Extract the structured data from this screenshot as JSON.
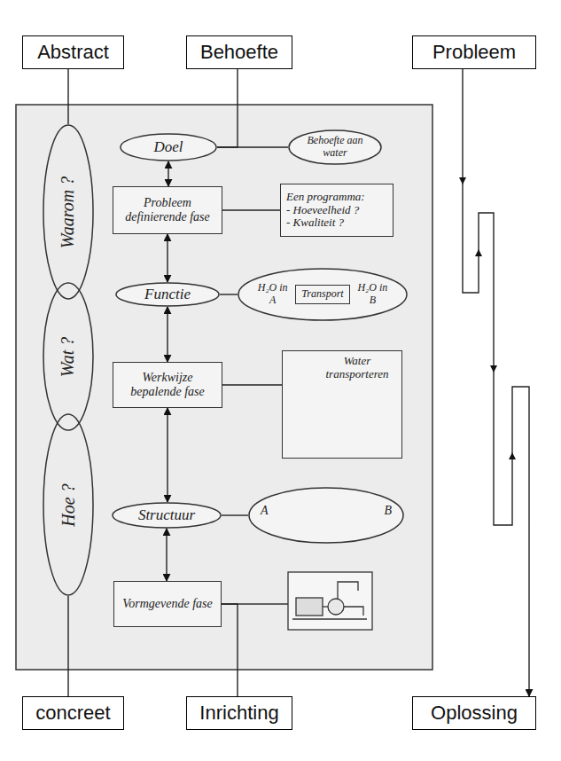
{
  "diagram": {
    "nodes": [
      {
        "text": [
          "Abstract"
        ]
      },
      {
        "text": [
          "Behoefte"
        ]
      },
      {
        "text": [
          "Probleem"
        ]
      },
      {
        "text": [
          "Waarom ?"
        ]
      },
      {
        "text": [
          "Wat ?"
        ]
      },
      {
        "text": [
          "Hoe ?"
        ]
      },
      {
        "text": [
          "Doel"
        ]
      },
      {
        "text": [
          "Behoefte aan water"
        ]
      },
      {
        "text": [
          "Probleem definierende fase"
        ]
      },
      {
        "text": [
          "Een programma:",
          "- Hoeveelheid ?",
          "- Kwaliteit ?"
        ]
      },
      {
        "text": [
          "Functie"
        ]
      },
      {
        "text": [
          "H₂O in A",
          "H₂O in B"
        ]
      },
      {
        "text": [
          "Transport"
        ],
        "in": 11
      },
      {
        "text": [
          "Werkwijze bepalende fase"
        ]
      },
      {
        "text": [
          "Water transporteren"
        ]
      },
      {
        "text": [
          "Structuur"
        ]
      },
      {
        "text": [
          "A",
          "B"
        ]
      },
      {
        "text": [
          "Vormgevende fase"
        ]
      },
      {
        "text": [
          "concreet"
        ]
      },
      {
        "text": [
          "Inrichting"
        ]
      },
      {
        "text": [
          "Oplossing"
        ]
      }
    ],
    "edges": [
      {
        "from": 0,
        "to": 3,
        "arrow": "none"
      },
      {
        "from": 1,
        "to": 6,
        "arrow": "none"
      },
      {
        "from": 2,
        "to": 20,
        "arrow": "to"
      },
      {
        "from": 6,
        "to": 8,
        "arrow": "both"
      },
      {
        "from": 8,
        "to": 10,
        "arrow": "both"
      },
      {
        "from": 10,
        "to": 13,
        "arrow": "both"
      },
      {
        "from": 13,
        "to": 15,
        "arrow": "both"
      },
      {
        "from": 15,
        "to": 17,
        "arrow": "both"
      },
      {
        "from": 6,
        "to": 7,
        "arrow": "none"
      },
      {
        "from": 8,
        "to": 9,
        "arrow": "none"
      },
      {
        "from": 10,
        "to": 11,
        "arrow": "none"
      },
      {
        "from": 13,
        "to": 14,
        "arrow": "none"
      },
      {
        "from": 15,
        "to": 16,
        "arrow": "none"
      },
      {
        "from": 18,
        "to": 5,
        "arrow": "none"
      },
      {
        "from": 19,
        "to": 17,
        "arrow": "none"
      }
    ]
  }
}
